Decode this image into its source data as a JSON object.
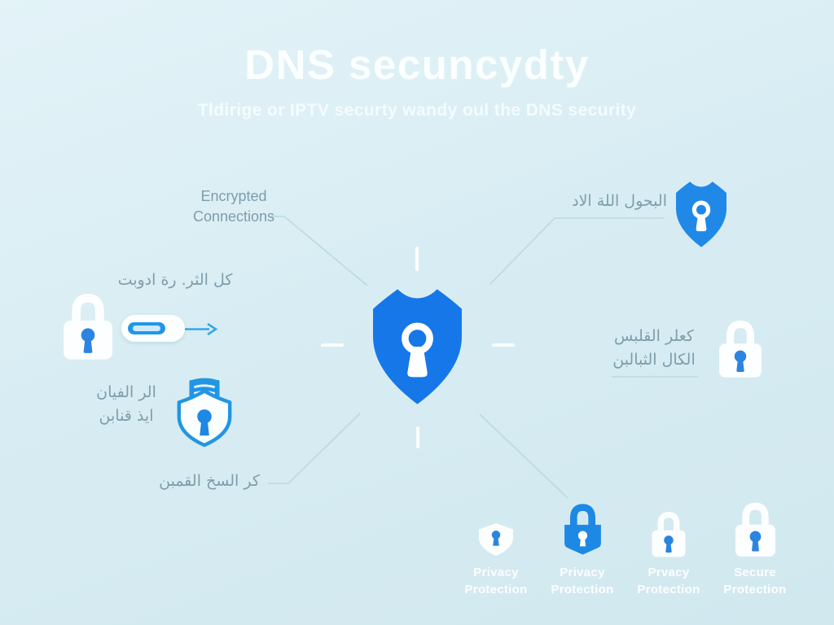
{
  "header": {
    "title": "DNS secuncydty",
    "subtitle": "Tldirige or IPTV securty wandy oul the DNS security"
  },
  "labels": {
    "encrypted_line1": "Encrypted",
    "encrypted_line2": "Connections",
    "top_right_arabic": "البحول اللة الاد",
    "toggle_arabic": "كل الثر. رة ادوبت",
    "shield_layers_arabic_line1": "الر الفيان",
    "shield_layers_arabic_line2": "ايذ قنابن",
    "bottom_left_arabic": "كر السخ القمبن",
    "right_arabic_line1": "كعلر القلبس",
    "right_arabic_line2": "الكال الثبالبن"
  },
  "bottom_row": {
    "items": [
      {
        "icon": "shield-keyhole-icon",
        "line1": "Privacy",
        "line2": "Protection"
      },
      {
        "icon": "padlock-filled-icon",
        "line1": "Privacy",
        "line2": "Protection"
      },
      {
        "icon": "padlock-icon",
        "line1": "Prvacy",
        "line2": "Protection"
      },
      {
        "icon": "padlock-icon",
        "line1": "Secure",
        "line2": "Protection"
      }
    ]
  },
  "icons": {
    "center": "shield-keyhole-icon",
    "top_right": "shield-keyhole-icon",
    "left": "padlock-icon",
    "toggle": "toggle-switch",
    "mid_left": "shield-stack-icon",
    "right": "padlock-icon"
  },
  "colors": {
    "background": "#d8ecf2",
    "primary_blue": "#1677e8",
    "icon_blue": "#2089e8",
    "keyhole_blue": "#2b84e0",
    "text_muted": "#7e9dab",
    "connector": "#b9d8e2",
    "white": "#ffffff"
  }
}
